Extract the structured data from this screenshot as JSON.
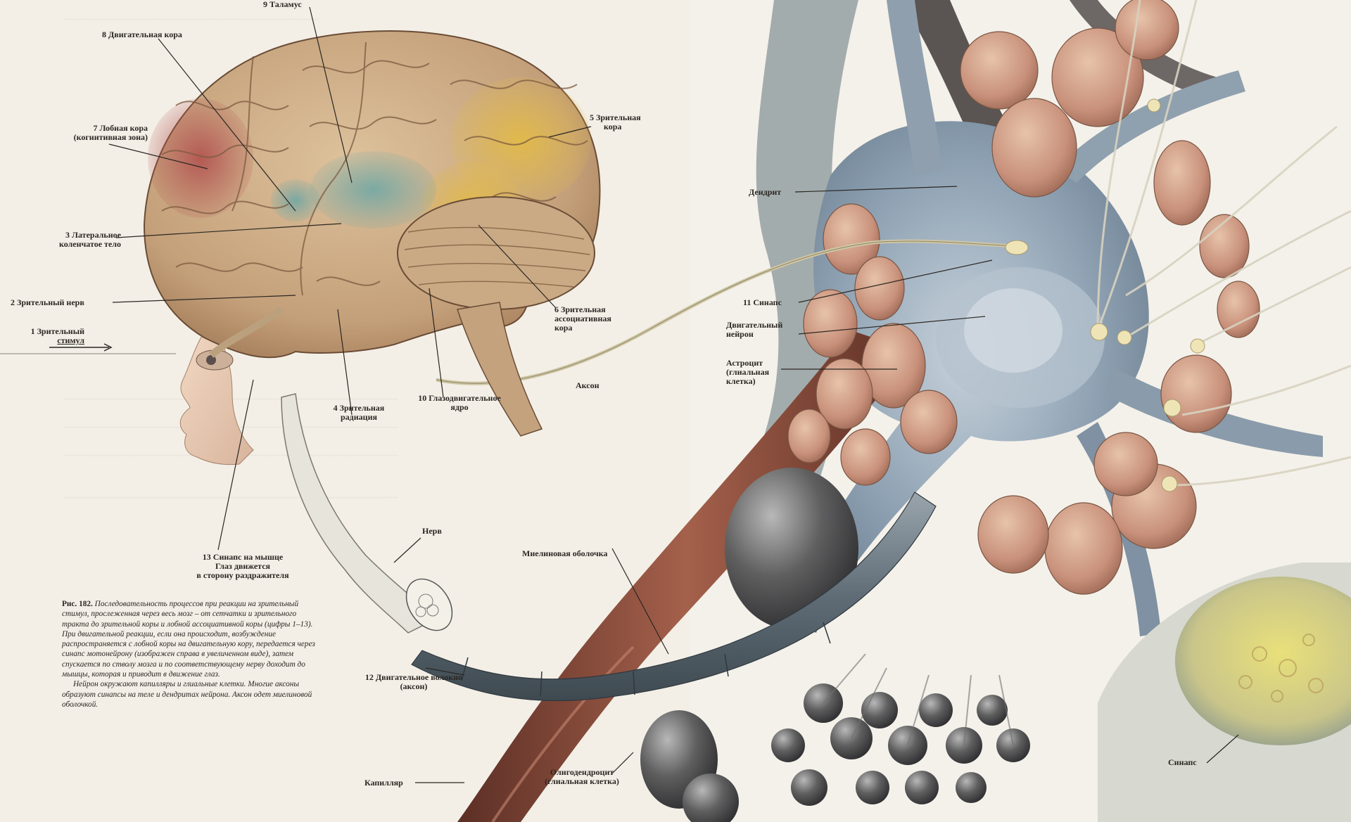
{
  "labels": {
    "l9": "9 Таламус",
    "l8": "8 Двигательная кора",
    "l7a": "7 Лобная кора",
    "l7b": "(когнитивная зона)",
    "l5a": "5 Зрительная",
    "l5b": "кора",
    "l3a": "3 Латеральное",
    "l3b": "коленчатое тело",
    "l2": "2 Зрительный нерв",
    "l1a": "1 Зрительный",
    "l1b": "стимул",
    "l6a": "6 Зрительная",
    "l6b": "ассоциативная",
    "l6c": "кора",
    "l4a": "4 Зрительная",
    "l4b": "радиация",
    "l10a": "10 Глазодвигательное",
    "l10b": "ядро",
    "axon": "Аксон",
    "nerve": "Нерв",
    "l13a": "13 Синапс на мышце",
    "l13b": "Глаз движется",
    "l13c": "в сторону раздражителя",
    "myelin": "Миелиновая оболочка",
    "l12a": "12 Двигательное волокно",
    "l12b": "(аксон)",
    "oligo_a": "Олигодендроцит",
    "oligo_b": "(глиальная клетка)",
    "capillary": "Капилляр",
    "dendrite": "Дендрит",
    "l11": "11 Синапс",
    "motor_a": "Двигательный",
    "motor_b": "нейрон",
    "astro_a": "Астроцит",
    "astro_b": "(глиальная",
    "astro_c": "клетка)",
    "synapse": "Синапс"
  },
  "caption": {
    "fig": "Рис. 182.",
    "p1": "Последовательность процессов при реакции на зрительный стимул, прослеженная через весь мозг – от сетчатки и зрительного тракта до зрительной коры и лобной ассоциативной коры (цифры 1–13). При двигательной реакции, если она происходит, возбуждение распространяется с лобной коры на двигательную кору, передается через синапс мотонейрону (изображен справа в увеличенном виде), затем спускается по стволу мозга и по соответствующему нерву доходит до мышцы, которая и приводит в движение глаз.",
    "p2": "Нейрон окружают капилляры и глиальные клетки. Многие аксоны образуют синапсы на теле и дендритах нейрона. Аксон одет миелиновой оболочкой."
  },
  "colors": {
    "paper": "#f3efe6",
    "brain": "#c9ab86",
    "frontal_red": "#b75a52",
    "visual_yellow": "#d9b24f",
    "thalamus_teal": "#7fa7a0",
    "neuron_blue": "#8ea3b4",
    "capillary_red": "#8a4a3a",
    "text": "#2a2622"
  }
}
